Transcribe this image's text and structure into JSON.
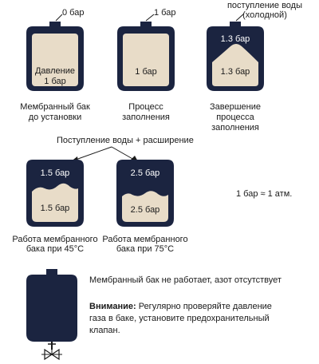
{
  "colors": {
    "tank": "#1b2440",
    "water": "#e8dcc8",
    "text": "#1a1a1a"
  },
  "tank1": {
    "pressure_top": "0 бар",
    "inner_line1": "Давление",
    "inner_line2": "1 бар",
    "caption_line1": "Мембранный бак",
    "caption_line2": "до установки"
  },
  "tank2": {
    "pressure_top": "1 бар",
    "inner": "1 бар",
    "caption_line1": "Процесс",
    "caption_line2": "заполнения"
  },
  "tank3": {
    "water_in_line1": "поступление воды",
    "water_in_line2": "(холодной)",
    "gas": "1.3 бар",
    "water": "1.3 бар",
    "caption_line1": "Завершение",
    "caption_line2": "процесса",
    "caption_line3": "заполнения"
  },
  "expansion_label": "Поступление воды + расширение",
  "tank4": {
    "gas": "1.5 бар",
    "water": "1.5 бар",
    "caption_line1": "Работа мембранного",
    "caption_line2": "бака при  45°C"
  },
  "tank5": {
    "gas": "2.5 бар",
    "water": "2.5 бар",
    "caption_line1": "Работа мембранного",
    "caption_line2": "бака при  75°C"
  },
  "conversion_note": "1 бар ≈ 1 атм.",
  "tank6": {
    "status": "Мембранный бак не работает, азот отсутствует",
    "warning_title": "Внимание:",
    "warning_line1": " Регулярно проверяйте давление",
    "warning_line2": "газа в баке, установите предохранительный",
    "warning_line3": "клапан."
  }
}
